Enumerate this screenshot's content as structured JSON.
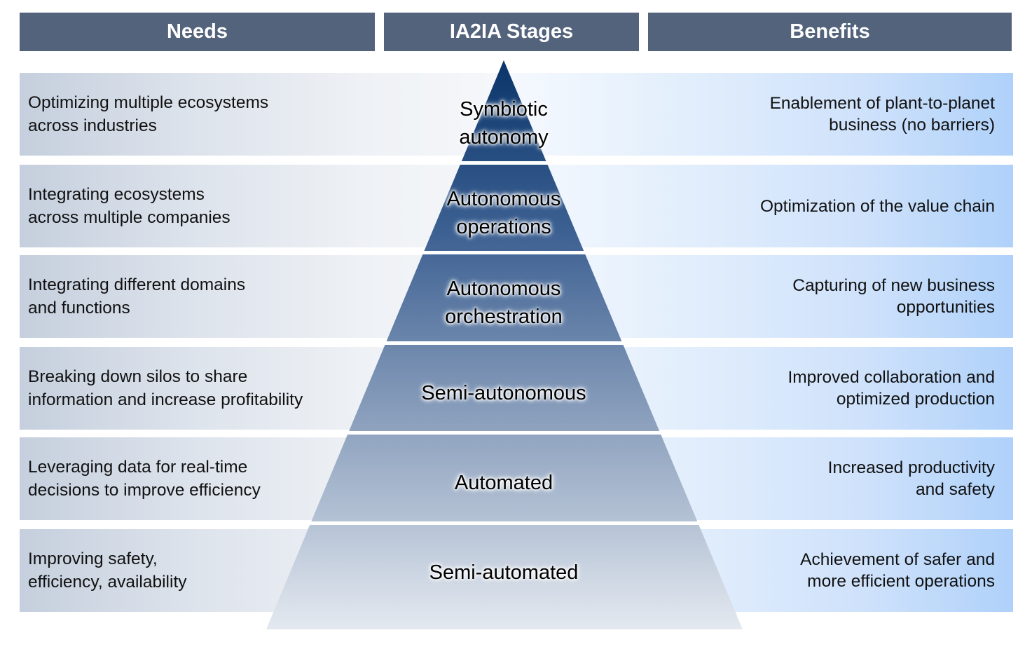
{
  "headers": {
    "needs": "Needs",
    "stages": "IA2IA Stages",
    "benefits": "Benefits"
  },
  "colors": {
    "header_bg": "#53637c",
    "tier_top": "#0e3a6e",
    "tier_bottom": "#e3e8ef",
    "needs_band": "#c5cfdd",
    "benefits_band": "#afd1fa"
  },
  "rows": [
    {
      "need": "Optimizing multiple ecosystems\nacross industries",
      "stage": "Symbiotic\nautonomy",
      "benefit": "Enablement of plant-to-planet\nbusiness (no barriers)"
    },
    {
      "need": "Integrating ecosystems\nacross multiple companies",
      "stage": "Autonomous\noperations",
      "benefit": "Optimization of the value chain"
    },
    {
      "need": "Integrating different domains\nand functions",
      "stage": "Autonomous\norchestration",
      "benefit": "Capturing of new business\nopportunities"
    },
    {
      "need": "Breaking down silos to share\ninformation and increase profitability",
      "stage": "Semi-autonomous",
      "benefit": "Improved collaboration and\noptimized production"
    },
    {
      "need": "Leveraging data for real-time\ndecisions to improve efficiency",
      "stage": "Automated",
      "benefit": "Increased productivity\nand safety"
    },
    {
      "need": "Improving safety,\nefficiency, availability",
      "stage": "Semi-automated",
      "benefit": "Achievement of safer and\nmore efficient operations"
    }
  ]
}
